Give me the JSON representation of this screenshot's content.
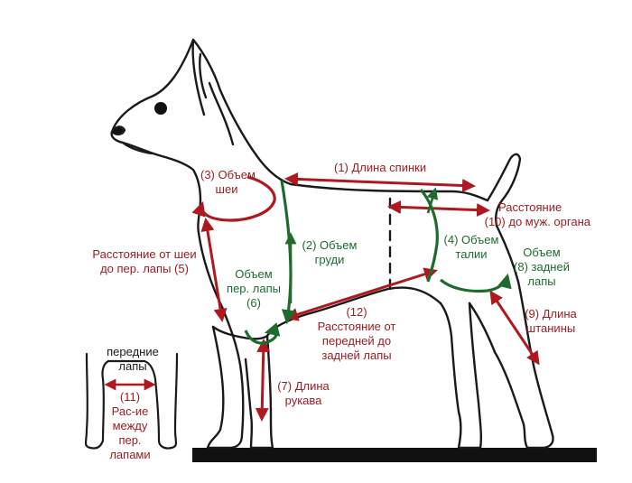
{
  "colors": {
    "outline": "#1a1a1a",
    "red": "#b0181f",
    "label_red": "#9c1c22",
    "green": "#1f6b2e",
    "ground": "#111111"
  },
  "labels": {
    "m1": "(1) Длина спинки",
    "m2_line1": "(2) Объем",
    "m2_line2": "груди",
    "m3_line1": "(3) Объем",
    "m3_line2": "шеи",
    "m4_line1": "(4) Объем",
    "m4_line2": "талии",
    "m5_line1": "Расстояние от шеи",
    "m5_line2": "до пер. лапы (5)",
    "m6_line1": "Объем",
    "m6_line2": "пер. лапы",
    "m6_line3": "(6)",
    "m7_line1": "(7) Длина",
    "m7_line2": "рукава",
    "m8_line1": "Объем",
    "m8_line2": "(8) задней",
    "m8_line3": "лапы",
    "m9_line1": "(9) Длина",
    "m9_line2": "штанины",
    "m10_line1": "Расстояние",
    "m10_line2": "(10) до муж. органа",
    "m11_num": "(11)",
    "m11_line1": "Рас-ие",
    "m11_line2": "между",
    "m11_line3": "пер.",
    "m11_line4": "лапами",
    "m12_line1": "(12)",
    "m12_line2": "Расстояние от",
    "m12_line3": "передней до",
    "m12_line4": "задней лапы",
    "front_paws_line1": "передние",
    "front_paws_line2": "лапы"
  }
}
